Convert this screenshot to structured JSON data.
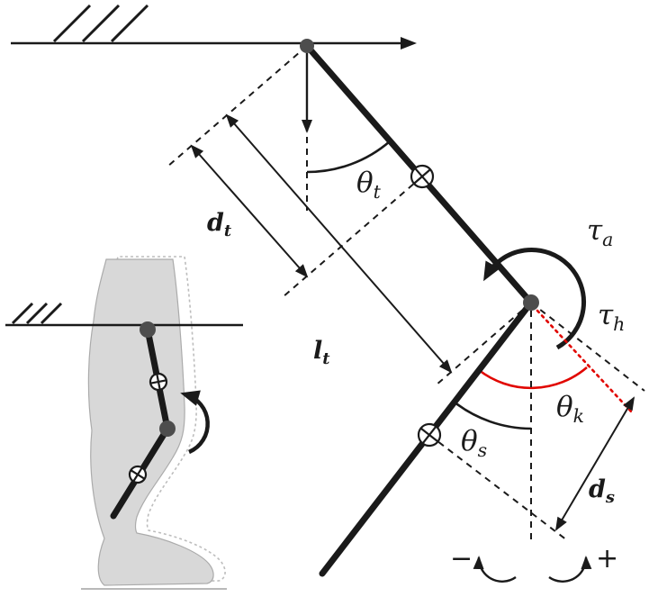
{
  "diagram": {
    "title_hint": "two-link pendulum leg model (thigh and shank) with angles, torques and length dimensions",
    "colors": {
      "ink": "#1a1a1a",
      "joint": "#4d4d4d",
      "red": "#e10600",
      "silhouette_fill": "#d8d8d8",
      "silhouette_ghost": "#bdbdbd",
      "background": "#ffffff"
    },
    "labels": {
      "theta_t": {
        "base": "θ",
        "sub": "t"
      },
      "theta_s": {
        "base": "θ",
        "sub": "s"
      },
      "theta_k": {
        "base": "θ",
        "sub": "k"
      },
      "tau_a": {
        "base": "τ",
        "sub": "a"
      },
      "tau_h": {
        "base": "τ",
        "sub": "h"
      },
      "d_t": {
        "base": "d",
        "sub": "t"
      },
      "l_t": {
        "base": "l",
        "sub": "t"
      },
      "d_s": {
        "base": "d",
        "sub": "s"
      },
      "plus": "+",
      "minus": "−"
    }
  }
}
